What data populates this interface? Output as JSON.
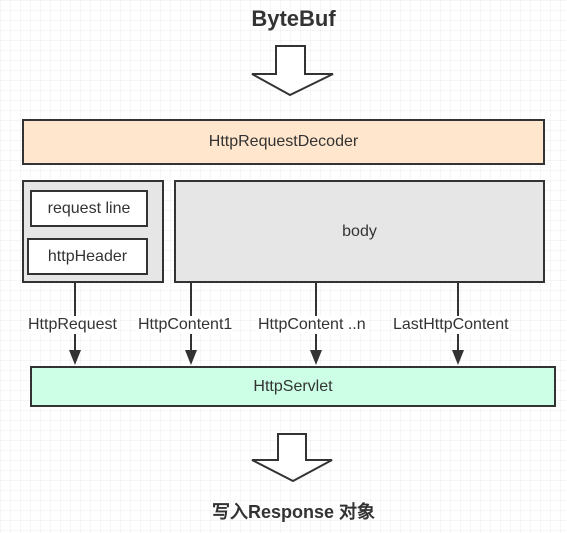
{
  "diagram": {
    "title": "ByteBuf",
    "footer": "写入Response 对象",
    "decoder": {
      "label": "HttpRequestDecoder",
      "fill": "#ffe6cc"
    },
    "request_line": {
      "label": "request line"
    },
    "http_header": {
      "label": "httpHeader"
    },
    "body": {
      "label": "body",
      "fill": "#e6e6e6"
    },
    "servlet": {
      "label": "HttpServlet",
      "fill": "#ccffe6"
    },
    "edges": [
      {
        "label": "HttpRequest"
      },
      {
        "label": "HttpContent1"
      },
      {
        "label": "HttpContent ..n"
      },
      {
        "label": "LastHttpContent"
      }
    ]
  }
}
